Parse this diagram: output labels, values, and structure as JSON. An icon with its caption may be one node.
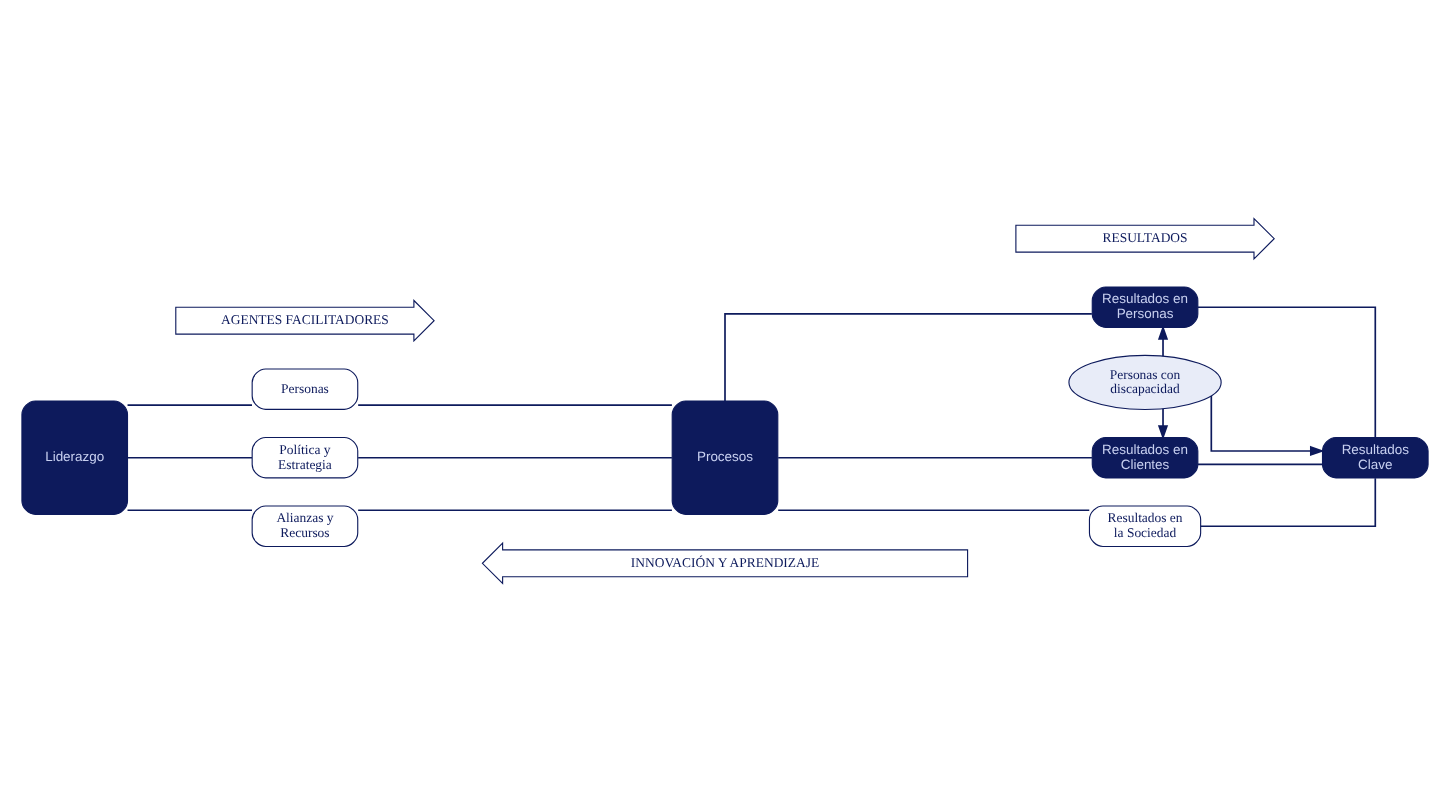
{
  "diagram": {
    "nodes": [
      {
        "text": [
          "AGENTES FACILITADORES"
        ]
      },
      {
        "text": [
          "RESULTADOS"
        ]
      },
      {
        "text": [
          "Personas"
        ]
      },
      {
        "text": [
          "Resultados en Personas"
        ]
      },
      {
        "text": [
          "Liderazgo"
        ]
      },
      {
        "text": [
          "Política y Estrategia"
        ]
      },
      {
        "text": [
          "Procesos"
        ]
      },
      {
        "text": [
          "Personas con discapacidad"
        ]
      },
      {
        "text": [
          "Resultados en Clientes"
        ]
      },
      {
        "text": [
          "Resultados Clave"
        ]
      },
      {
        "text": [
          "Alianzas y Recursos"
        ]
      },
      {
        "text": [
          "Resultados en la Sociedad"
        ]
      },
      {
        "text": [
          "INNOVACIÓN Y APRENDIZAJE"
        ]
      }
    ],
    "edges": [
      {
        "from": 4,
        "to": 2,
        "arrow": "none"
      },
      {
        "from": 4,
        "to": 5,
        "arrow": "none"
      },
      {
        "from": 4,
        "to": 10,
        "arrow": "none"
      },
      {
        "from": 2,
        "to": 6,
        "arrow": "none"
      },
      {
        "from": 5,
        "to": 6,
        "arrow": "none"
      },
      {
        "from": 10,
        "to": 6,
        "arrow": "none"
      },
      {
        "from": 6,
        "to": 3,
        "arrow": "none"
      },
      {
        "from": 6,
        "to": 8,
        "arrow": "none"
      },
      {
        "from": 6,
        "to": 11,
        "arrow": "none"
      },
      {
        "from": 3,
        "to": 9,
        "arrow": "none"
      },
      {
        "from": 8,
        "to": 9,
        "arrow": "none"
      },
      {
        "from": 11,
        "to": 9,
        "arrow": "none"
      },
      {
        "from": 7,
        "to": 3,
        "arrow": "to"
      },
      {
        "from": 7,
        "to": 8,
        "arrow": "to"
      },
      {
        "from": 7,
        "to": 9,
        "arrow": "to"
      }
    ]
  }
}
